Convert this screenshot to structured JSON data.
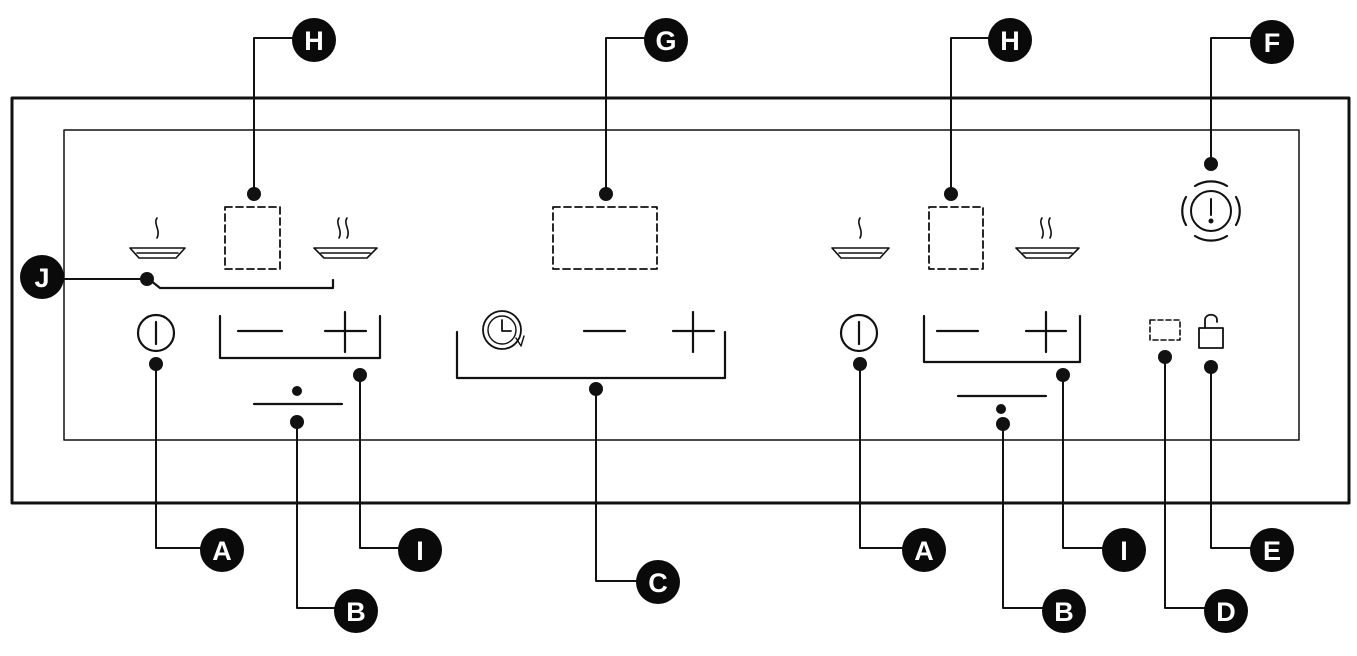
{
  "callouts": {
    "A_left": "A",
    "A_right": "A",
    "B_left": "B",
    "B_right": "B",
    "C": "C",
    "D": "D",
    "E": "E",
    "F": "F",
    "G": "G",
    "H_left": "H",
    "H_right": "H",
    "I_left": "I",
    "I_right": "I",
    "J": "J"
  },
  "colors": {
    "line": "#111111",
    "callout_fill": "#0a0a0a",
    "callout_text": "#ffffff",
    "background": "#ffffff"
  },
  "icons": {
    "power": "power-icon",
    "minus": "minus-icon",
    "plus": "plus-icon",
    "timer": "timer-icon",
    "pan_low": "pan-low-heat-icon",
    "pan_high": "pan-high-heat-icon",
    "warning": "warning-icon",
    "lock": "lock-icon",
    "indicator": "indicator-light-icon"
  }
}
